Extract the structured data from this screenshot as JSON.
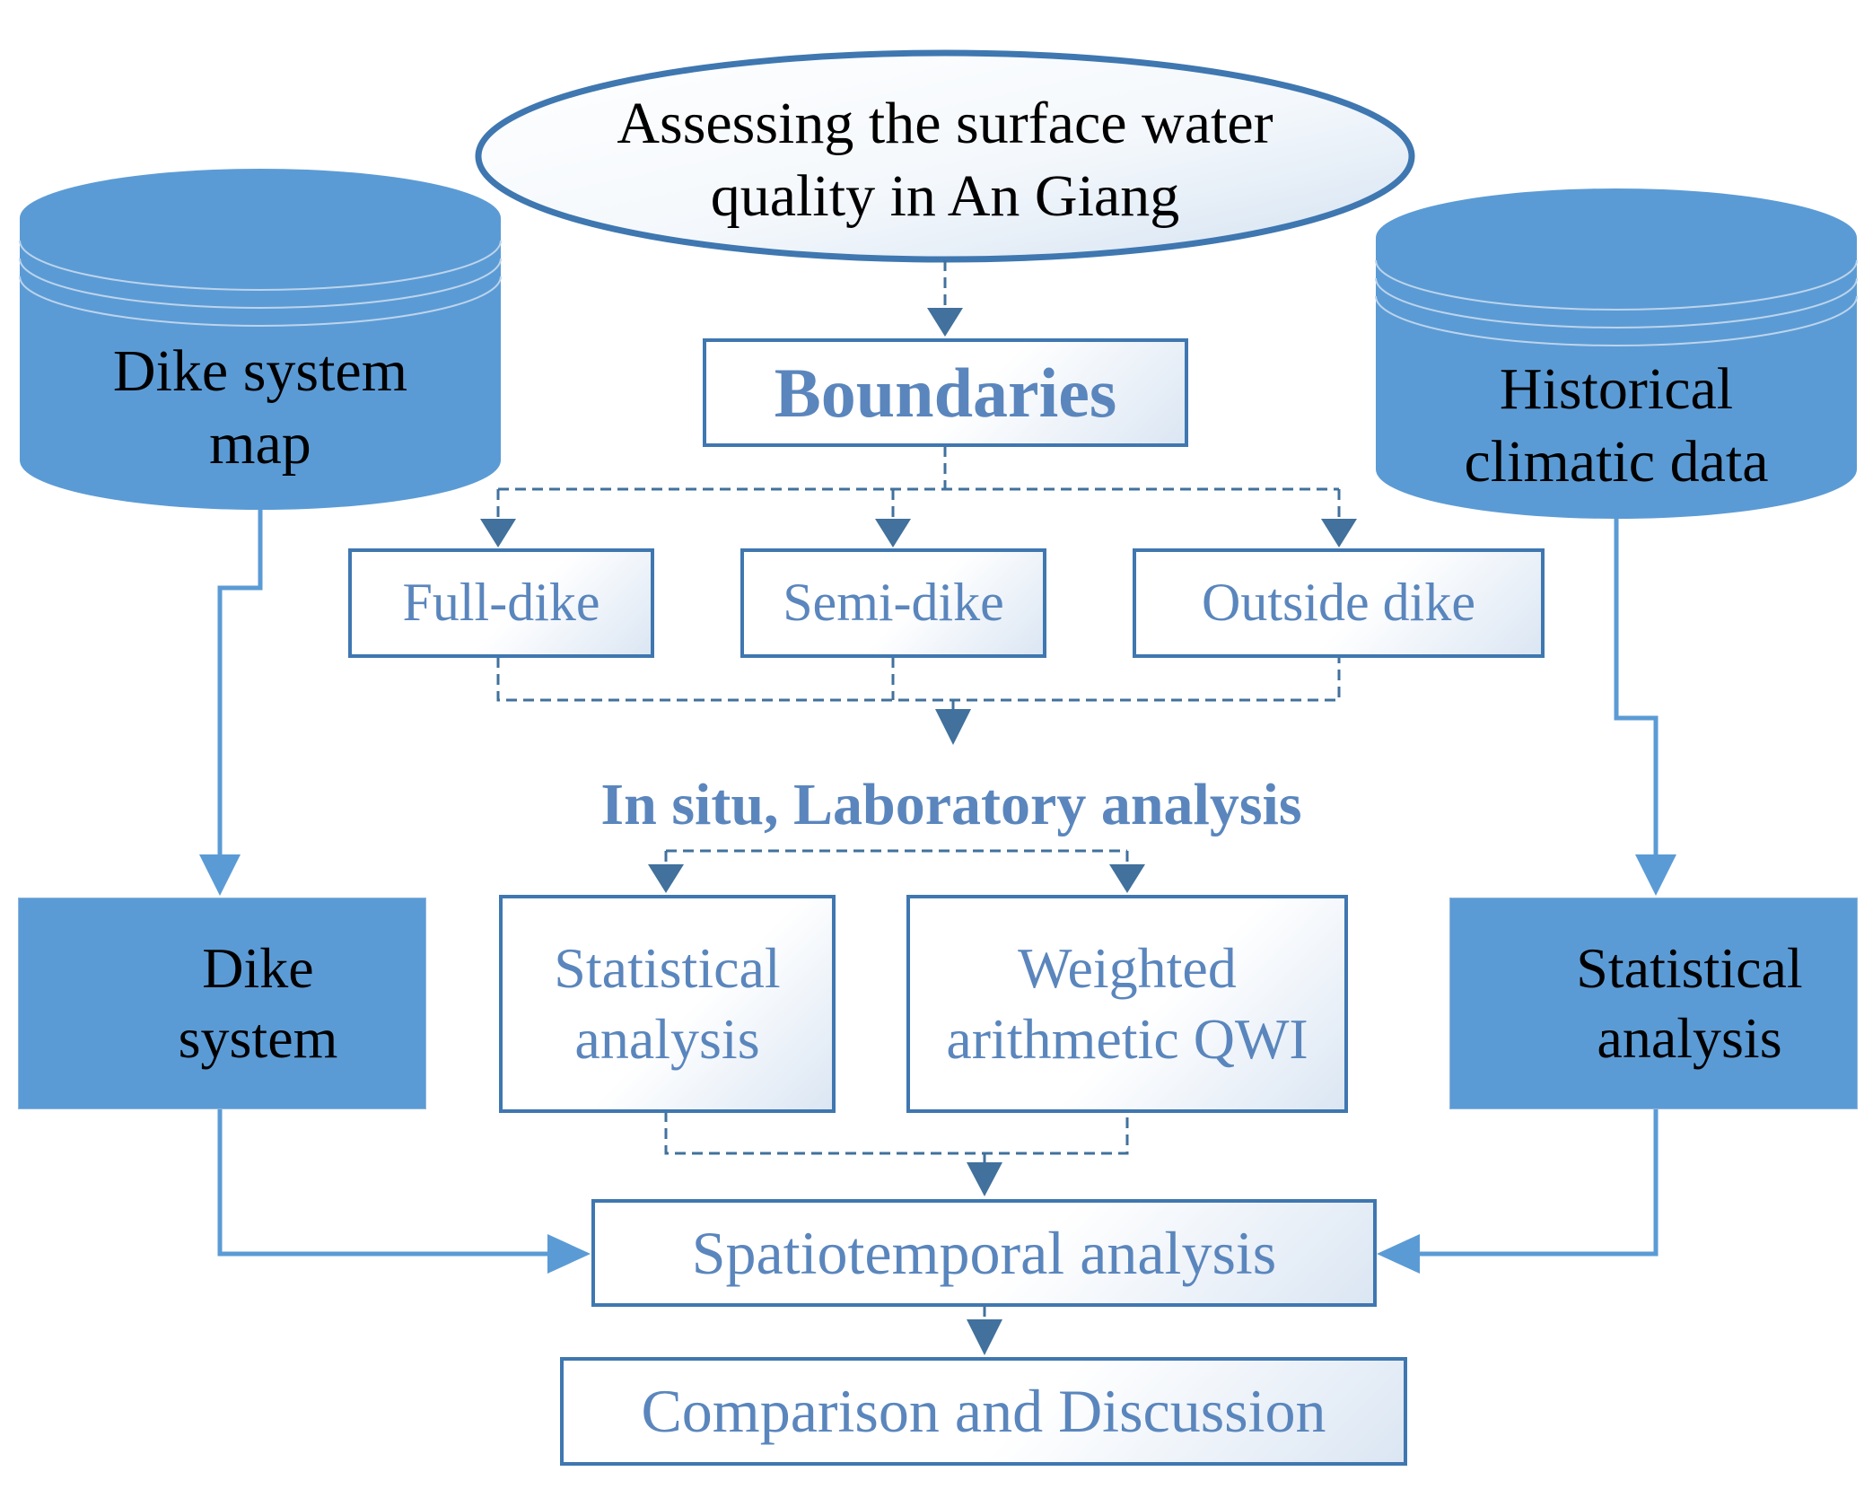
{
  "diagram": {
    "goal": {
      "line1": "Assessing the surface water",
      "line2": "quality in An Giang"
    },
    "boundaries": "Boundaries",
    "zones": {
      "full": "Full-dike",
      "semi": "Semi-dike",
      "outside": "Outside dike"
    },
    "lab": "In situ, Laboratory analysis",
    "left_db": {
      "line1": "Dike system",
      "line2": "map"
    },
    "right_db": {
      "line1": "Historical",
      "line2": "climatic data"
    },
    "left_proc": {
      "line1": "Dike",
      "line2": "system"
    },
    "right_proc": {
      "line1": "Statistical",
      "line2": "analysis"
    },
    "stat": {
      "line1": "Statistical",
      "line2": "analysis"
    },
    "wqi": {
      "line1": "Weighted",
      "line2": "arithmetic QWI"
    },
    "spatio": "Spatiotemporal analysis",
    "compare": "Comparison and Discussion",
    "colors": {
      "primary_fill": "#5b9bd5",
      "outline": "#3f77b0",
      "box_text": "#5a86bd",
      "connector": "#41719c"
    }
  }
}
